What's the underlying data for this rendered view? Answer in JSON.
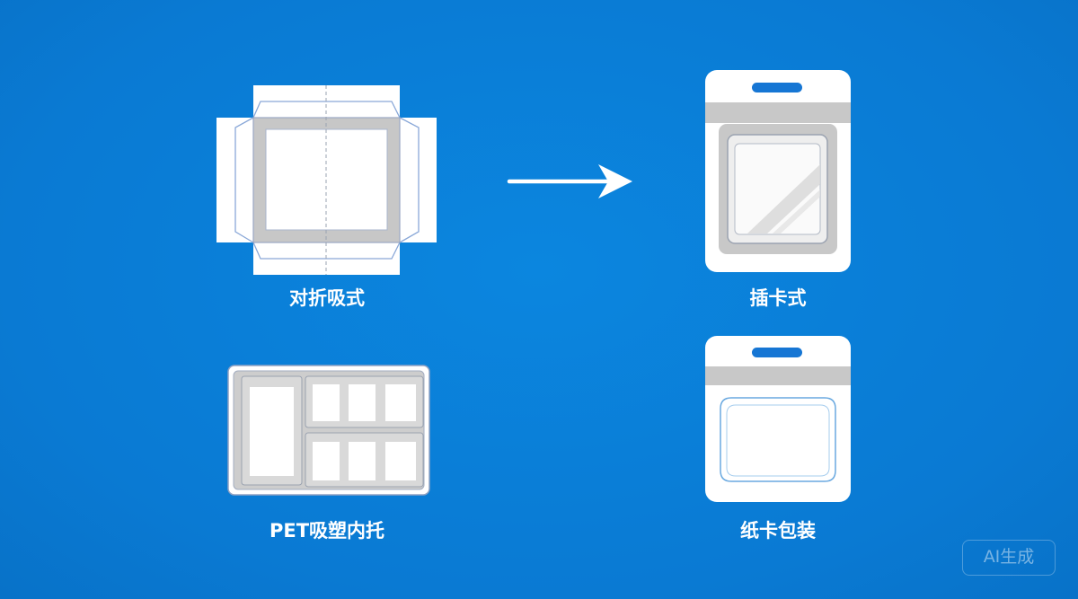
{
  "items": {
    "fold_blister": {
      "label": "对折吸式"
    },
    "insert_card": {
      "label": "插卡式"
    },
    "pet_tray": {
      "label": "PET吸塑内托"
    },
    "paper_card": {
      "label": "纸卡包装"
    }
  },
  "badge": {
    "label": "AI生成"
  }
}
